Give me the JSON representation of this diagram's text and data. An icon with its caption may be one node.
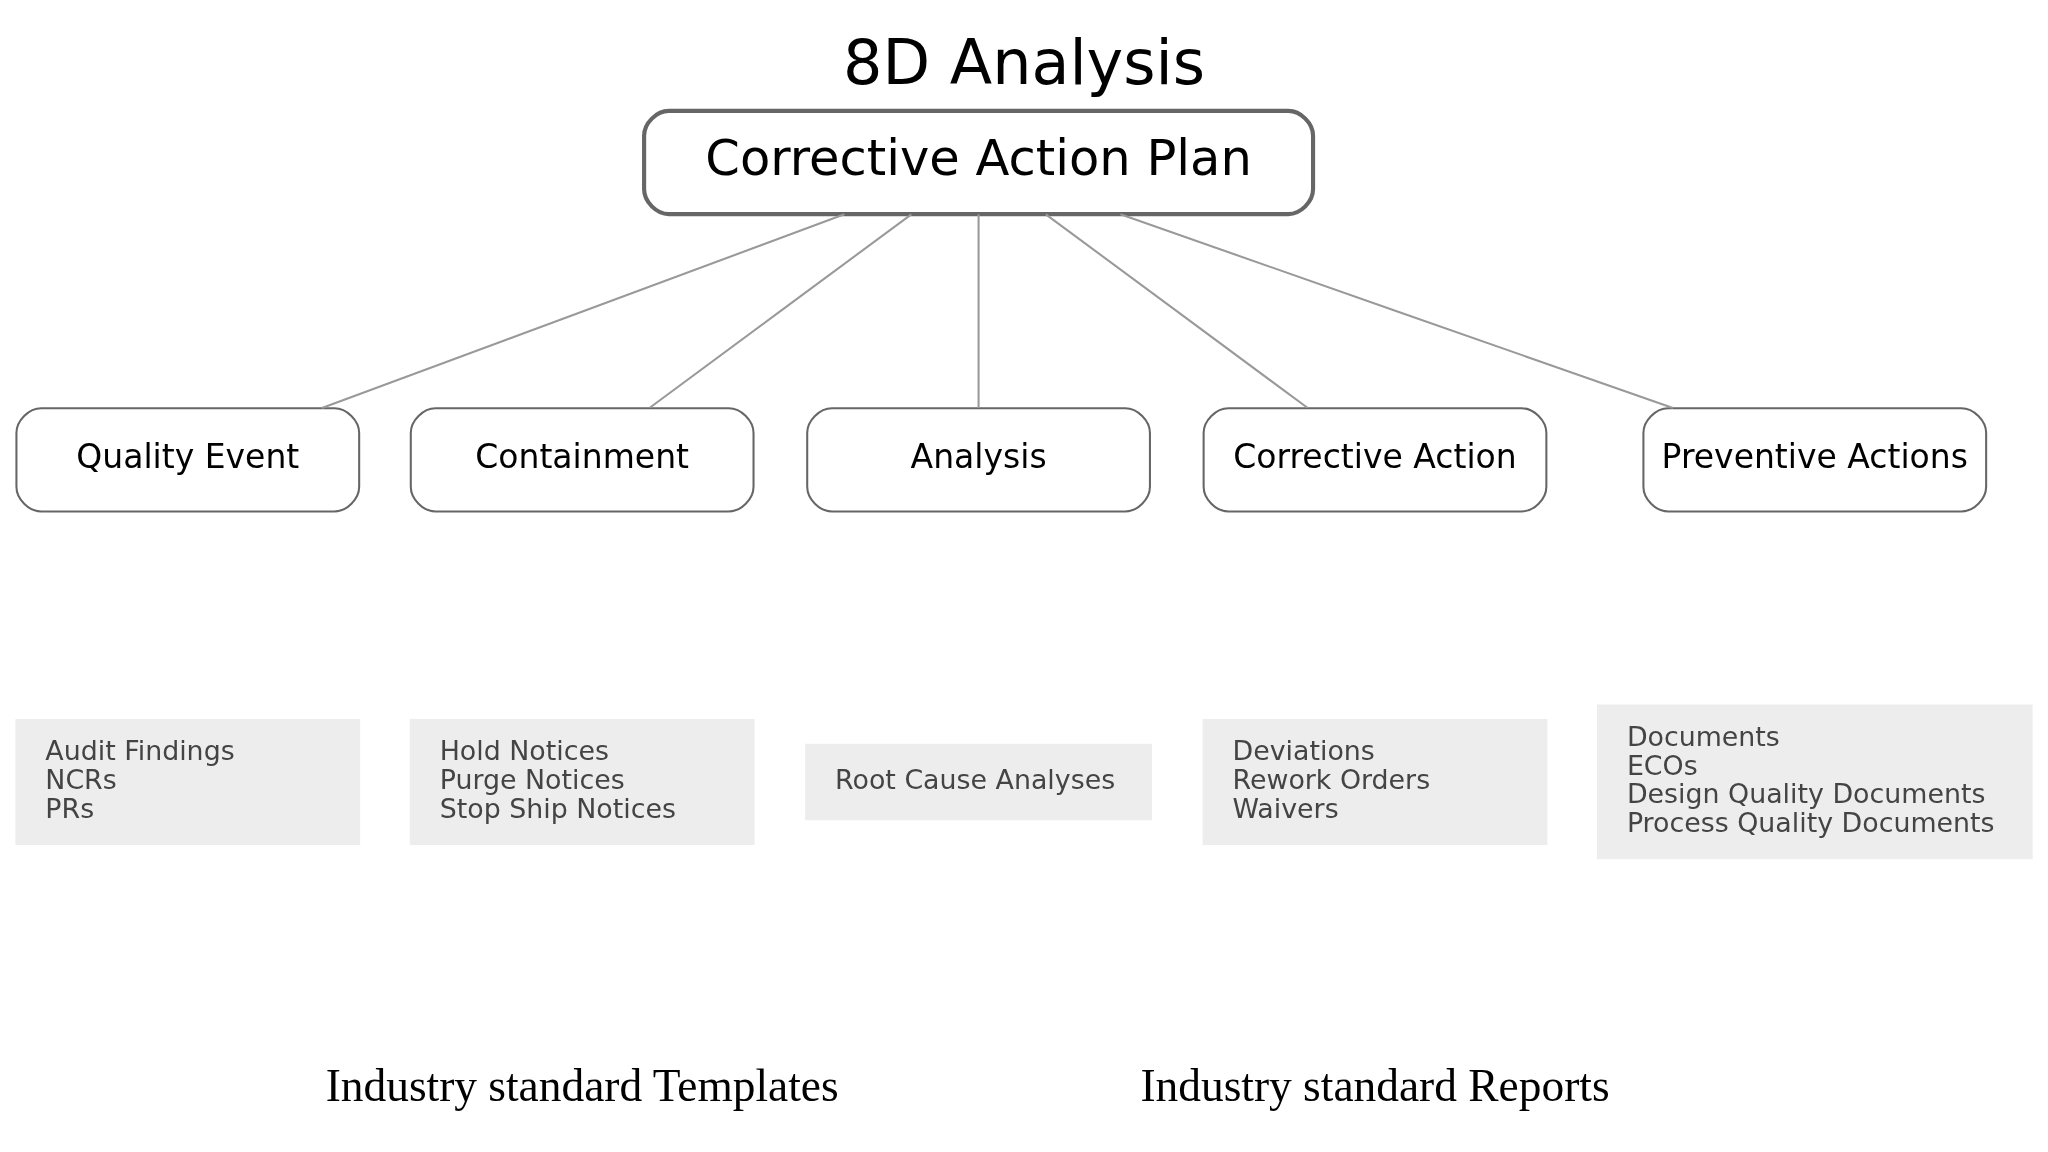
{
  "diagram": {
    "title": "8D Analysis",
    "nodes": [
      {
        "text": [
          "Corrective Action Plan"
        ]
      },
      {
        "text": [
          "Quality Event"
        ]
      },
      {
        "text": [
          "Containment"
        ]
      },
      {
        "text": [
          "Analysis"
        ]
      },
      {
        "text": [
          "Corrective Action"
        ]
      },
      {
        "text": [
          "Preventive Actions"
        ]
      },
      {
        "text": [
          "Audit Findings",
          "NCRs",
          "PRs"
        ]
      },
      {
        "text": [
          "Hold Notices",
          "Purge Notices",
          "Stop Ship Notices"
        ]
      },
      {
        "text": [
          "Root Cause Analyses"
        ]
      },
      {
        "text": [
          "Deviations",
          "Rework Orders",
          "Waivers"
        ]
      },
      {
        "text": [
          "Documents",
          "ECOs",
          "Design Quality Documents",
          "Process Quality Documents"
        ]
      }
    ],
    "edges": [
      {
        "from": 0,
        "to": 1,
        "arrow": "none"
      },
      {
        "from": 0,
        "to": 2,
        "arrow": "none"
      },
      {
        "from": 0,
        "to": 3,
        "arrow": "none"
      },
      {
        "from": 0,
        "to": 4,
        "arrow": "none"
      },
      {
        "from": 0,
        "to": 5,
        "arrow": "none"
      }
    ],
    "labels": [
      "Industry standard Templates",
      "Industry standard Reports"
    ]
  }
}
